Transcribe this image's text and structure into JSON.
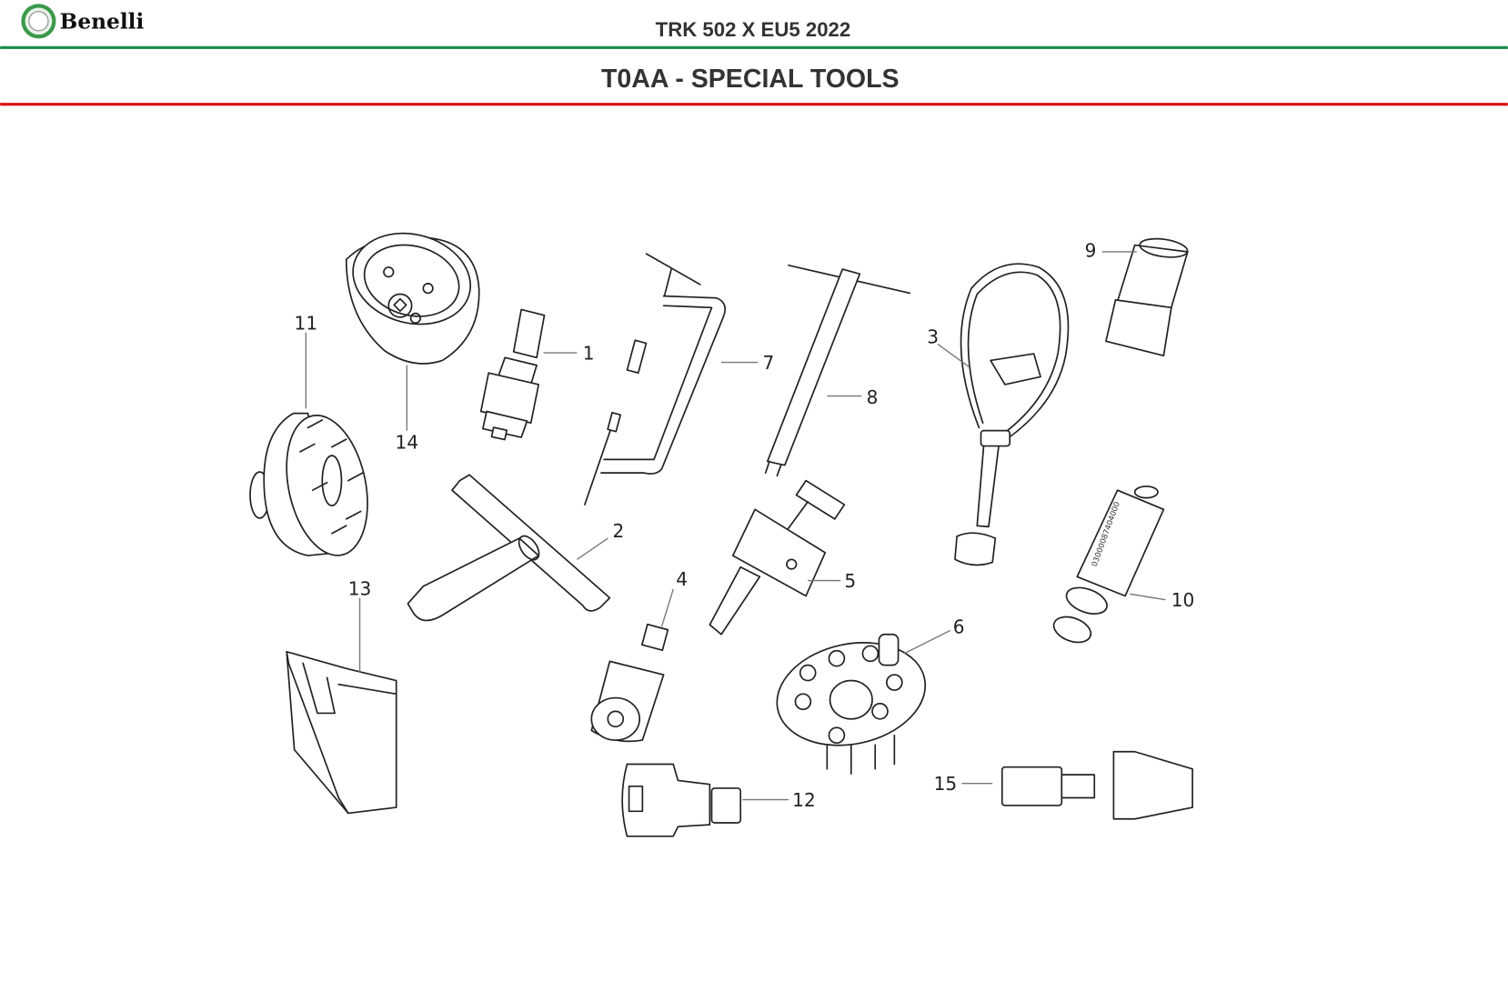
{
  "header": {
    "brand": "Benelli",
    "model": "TRK 502 X EU5 2022",
    "section_title": "T0AA - SPECIAL TOOLS"
  },
  "colors": {
    "green_rule": "#1a8a4a",
    "red_rule": "#e01010",
    "logo_green": "#3a9a4a"
  },
  "callouts": {
    "c1": "1",
    "c2": "2",
    "c3": "3",
    "c4": "4",
    "c5": "5",
    "c6": "6",
    "c7": "7",
    "c8": "8",
    "c9": "9",
    "c10": "10",
    "c11": "11",
    "c12": "12",
    "c13": "13",
    "c14": "14",
    "c15": "15"
  },
  "tool10_marking": "03000087404000"
}
